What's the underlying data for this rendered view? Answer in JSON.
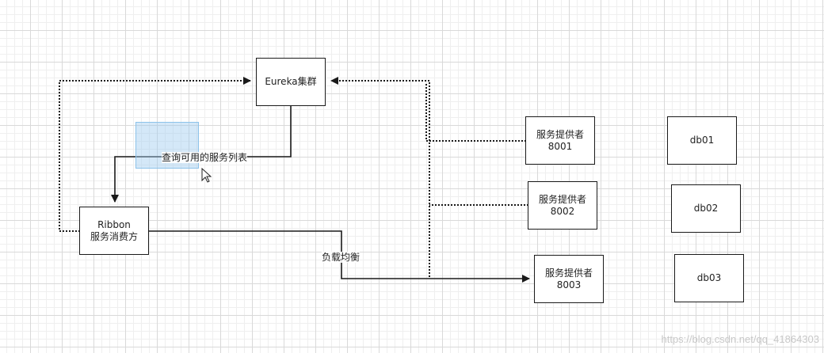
{
  "nodes": {
    "eureka": {
      "label": "Eureka集群"
    },
    "ribbon": {
      "line1": "Ribbon",
      "line2": "服务消费方"
    },
    "provider1": {
      "line1": "服务提供者",
      "line2": "8001"
    },
    "provider2": {
      "line1": "服务提供者",
      "line2": "8002"
    },
    "provider3": {
      "line1": "服务提供者",
      "line2": "8003"
    },
    "db1": {
      "label": "db01"
    },
    "db2": {
      "label": "db02"
    },
    "db3": {
      "label": "db03"
    }
  },
  "edges": {
    "query": {
      "label": "查询可用的服务列表"
    },
    "load_balance": {
      "label": "负载均衡"
    }
  },
  "watermark": "https://blog.csdn.net/qq_41864303",
  "colors": {
    "line": "#1a1a1a",
    "selection": "#a0cdf0",
    "watermark": "#c8c8c8"
  },
  "icons": {
    "cursor": "mouse-pointer-icon"
  }
}
